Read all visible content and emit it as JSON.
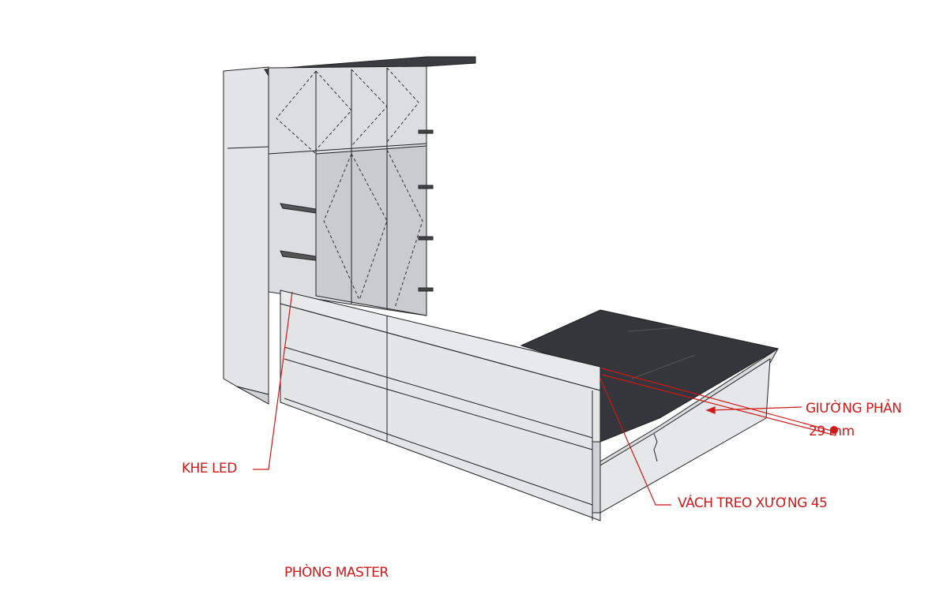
{
  "annotations": {
    "bed_platform": "GIƯỜNG PHẢN",
    "dimension": "29 mm",
    "hanging_panel": "VÁCH TREO XƯƠNG 45",
    "led_slot": "KHE LED",
    "room_title": "PHÒNG MASTER"
  },
  "colors": {
    "annotation": "#d01818",
    "panel": "#e4e5e7",
    "panel_dark": "#cfd1d4",
    "bed_top": "#33353b",
    "edge": "#222222"
  }
}
